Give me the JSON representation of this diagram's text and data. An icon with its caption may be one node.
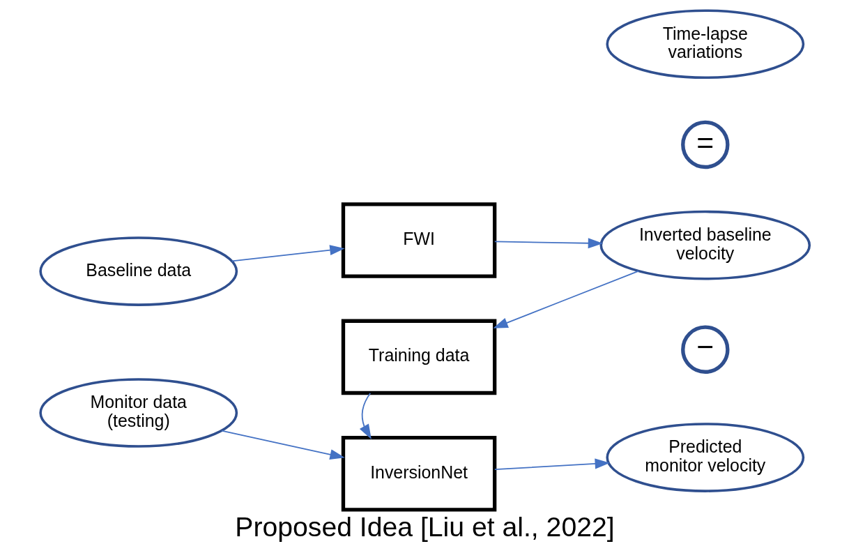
{
  "diagram": {
    "caption": "Proposed Idea [Liu et al., 2022]",
    "nodes": [
      {
        "text": [
          "Time-lapse variations"
        ]
      },
      {
        "text": [
          "="
        ]
      },
      {
        "text": [
          "Baseline data"
        ]
      },
      {
        "text": [
          "FWI"
        ]
      },
      {
        "text": [
          "Inverted baseline velocity"
        ]
      },
      {
        "text": [
          "Training data"
        ]
      },
      {
        "text": [
          "−"
        ]
      },
      {
        "text": [
          "Monitor data (testing)"
        ]
      },
      {
        "text": [
          "InversionNet"
        ]
      },
      {
        "text": [
          "Predicted monitor velocity"
        ]
      }
    ],
    "edges": [
      {
        "from": 2,
        "to": 3,
        "arrow": "to"
      },
      {
        "from": 3,
        "to": 4,
        "arrow": "to"
      },
      {
        "from": 4,
        "to": 5,
        "arrow": "to"
      },
      {
        "from": 5,
        "to": 8,
        "arrow": "to"
      },
      {
        "from": 7,
        "to": 8,
        "arrow": "to"
      },
      {
        "from": 8,
        "to": 9,
        "arrow": "to"
      }
    ]
  }
}
